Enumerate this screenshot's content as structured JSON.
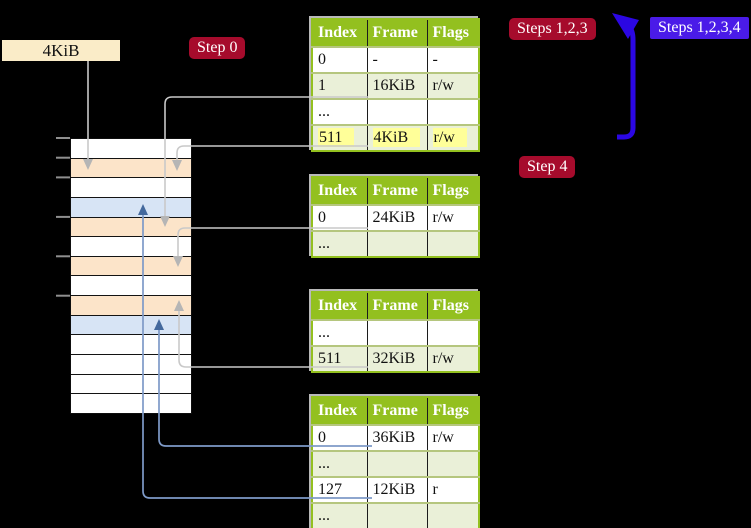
{
  "labels": {
    "page_block": "4KiB",
    "step0": "Step 0",
    "steps123": "Steps 1,2,3",
    "steps1234": "Steps 1,2,3,4",
    "step4": "Step 4"
  },
  "memory_column": {
    "stripes": [
      "white",
      "peach",
      "white",
      "blue",
      "peach",
      "white",
      "peach",
      "white",
      "peach",
      "blue",
      "white",
      "white",
      "white",
      "white"
    ]
  },
  "page_tables": [
    {
      "name": "page-table-top",
      "headers": [
        "Index",
        "Frame",
        "Flags"
      ],
      "rows": [
        {
          "cells": [
            "0",
            "-",
            "-"
          ],
          "shaded": false,
          "highlight": false
        },
        {
          "cells": [
            "1",
            "16KiB",
            "r/w"
          ],
          "shaded": true,
          "highlight": false
        },
        {
          "cells": [
            "...",
            "",
            ""
          ],
          "shaded": false,
          "highlight": false
        },
        {
          "cells": [
            "511",
            "4KiB",
            "r/w"
          ],
          "shaded": true,
          "highlight": true
        }
      ]
    },
    {
      "name": "page-table-second",
      "headers": [
        "Index",
        "Frame",
        "Flags"
      ],
      "rows": [
        {
          "cells": [
            "0",
            "24KiB",
            "r/w"
          ],
          "shaded": false,
          "highlight": false
        },
        {
          "cells": [
            "...",
            "",
            ""
          ],
          "shaded": true,
          "highlight": false
        }
      ]
    },
    {
      "name": "page-table-third",
      "headers": [
        "Index",
        "Frame",
        "Flags"
      ],
      "rows": [
        {
          "cells": [
            "...",
            "",
            ""
          ],
          "shaded": false,
          "highlight": false
        },
        {
          "cells": [
            "511",
            "32KiB",
            "r/w"
          ],
          "shaded": true,
          "highlight": false
        }
      ]
    },
    {
      "name": "page-table-bottom",
      "headers": [
        "Index",
        "Frame",
        "Flags"
      ],
      "rows": [
        {
          "cells": [
            "0",
            "36KiB",
            "r/w"
          ],
          "shaded": false,
          "highlight": false
        },
        {
          "cells": [
            "...",
            "",
            ""
          ],
          "shaded": true,
          "highlight": false
        },
        {
          "cells": [
            "127",
            "12KiB",
            "r"
          ],
          "shaded": false,
          "highlight": false
        },
        {
          "cells": [
            "...",
            "",
            ""
          ],
          "shaded": true,
          "highlight": false
        }
      ]
    }
  ],
  "colors": {
    "accent_red": "#A60B2C",
    "accent_blue": "#2B07E3",
    "badge_blue": "#4A1BE8",
    "table_header_green": "#93C01F",
    "row_green": "#EAF0D8",
    "highlight_yellow": "#FFFF99",
    "stripe_peach": "#FCE4C9",
    "stripe_blue": "#D7E4F5",
    "label_wheat": "#FAECC8",
    "connector_gray": "#C9C9C9",
    "connector_blue": "#7E9AC8",
    "arrowhead_blue": "#44699D"
  }
}
